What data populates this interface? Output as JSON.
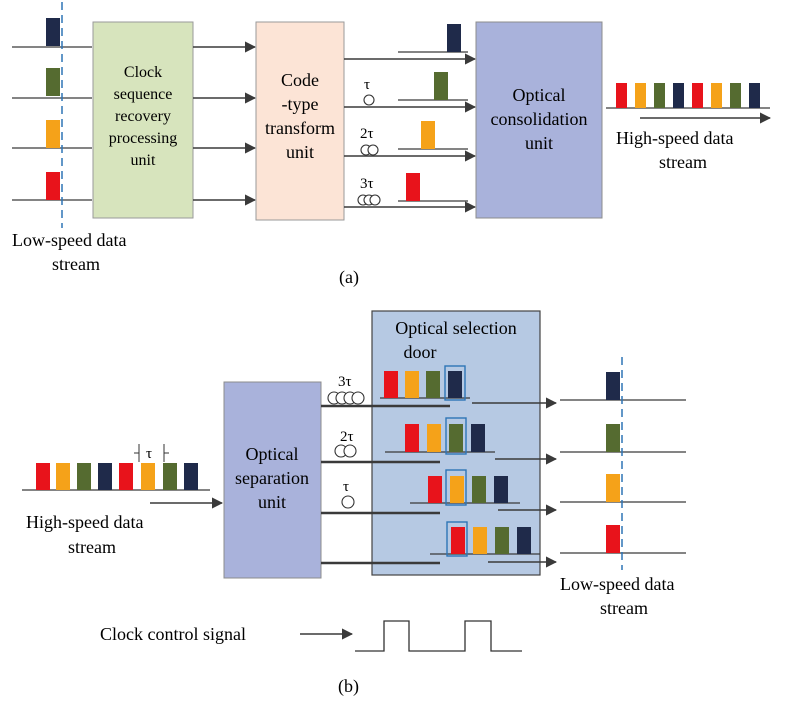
{
  "colors": {
    "red": "#e8131b",
    "orange": "#f5a219",
    "green": "#556b30",
    "navy": "#1f2a4a",
    "clock_box": "#d7e4bd",
    "code_box": "#fce4d6",
    "optical_box": "#a9b2db",
    "selection_box": "#b6c9e3",
    "dashed": "#2e75b6",
    "highlight": "#2e75b6"
  },
  "panel_a": {
    "low_speed_label_1": "Low-speed data",
    "low_speed_label_2": "stream",
    "clock_unit": [
      "Clock",
      "sequence",
      "recovery",
      "processing",
      "unit"
    ],
    "code_unit": [
      "Code",
      "-type",
      "transform",
      "unit"
    ],
    "delays": [
      "τ",
      "2τ",
      "3τ"
    ],
    "consolidation_unit": [
      "Optical",
      "consolidation",
      "unit"
    ],
    "high_speed_label_1": "High-speed data",
    "high_speed_label_2": "stream",
    "caption": "(a)"
  },
  "panel_b": {
    "tau": "τ",
    "high_speed_label_1": "High-speed data",
    "high_speed_label_2": "stream",
    "separation_unit": [
      "Optical",
      "separation",
      "unit"
    ],
    "delays": [
      "3τ",
      "2τ",
      "τ"
    ],
    "selection_title_1": "Optical selection",
    "selection_title_2": "door",
    "low_speed_label_1": "Low-speed data",
    "low_speed_label_2": "stream",
    "clock_label": "Clock control signal",
    "caption": "(b)"
  }
}
